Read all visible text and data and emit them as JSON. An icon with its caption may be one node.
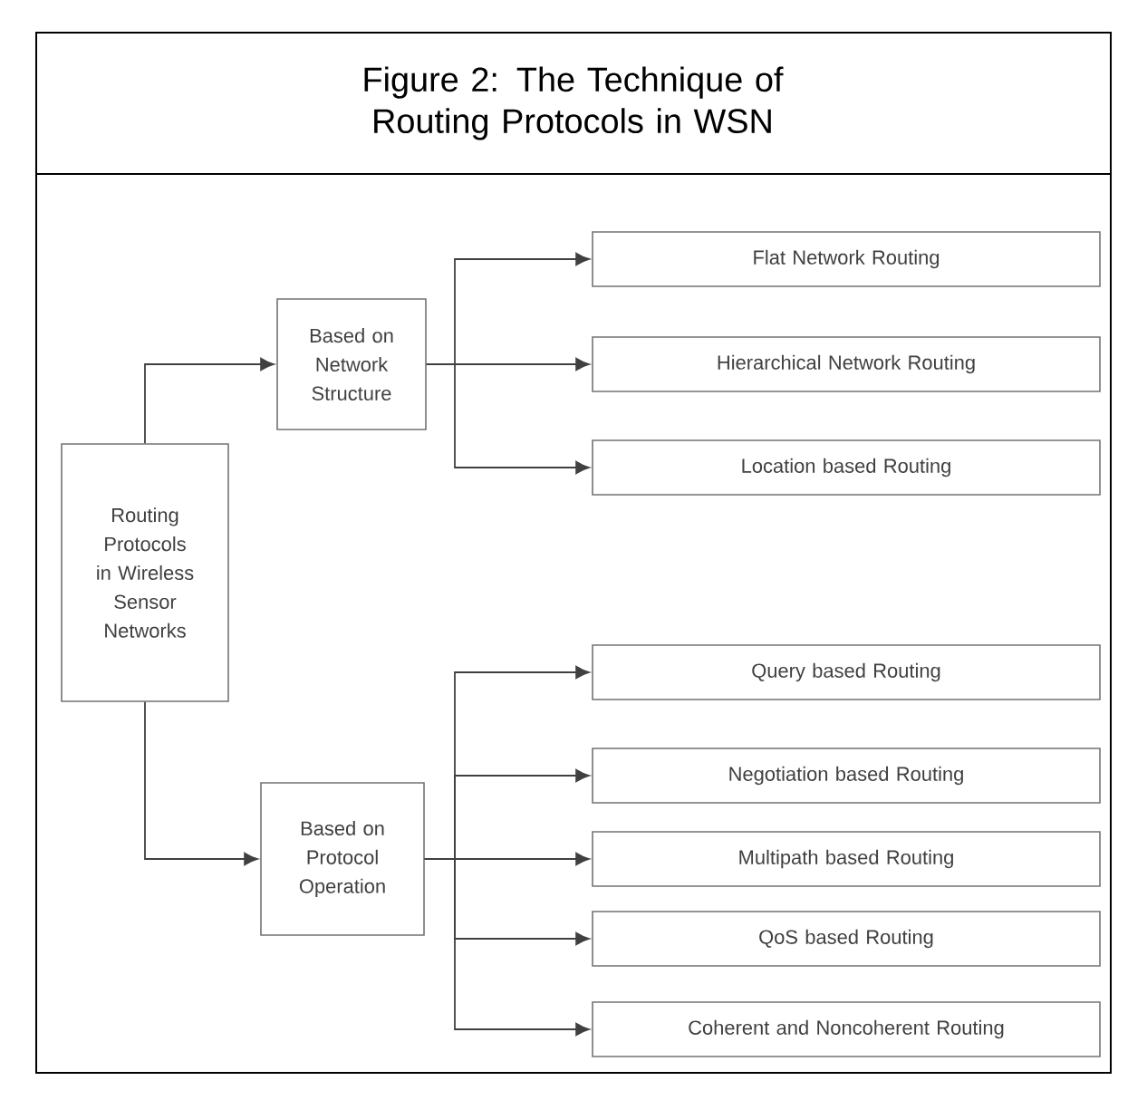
{
  "diagram": {
    "title": "Figure 2: The Technique of Routing Protocols in WSN",
    "nodes": [
      {
        "text": [
          "Routing Protocols in Wireless Sensor Networks"
        ]
      },
      {
        "text": [
          "Based on Network Structure"
        ]
      },
      {
        "text": [
          "Based on Protocol Operation"
        ]
      },
      {
        "text": [
          "Flat Network Routing"
        ]
      },
      {
        "text": [
          "Hierarchical Network Routing"
        ]
      },
      {
        "text": [
          "Location based Routing"
        ]
      },
      {
        "text": [
          "Query based Routing"
        ]
      },
      {
        "text": [
          "Negotiation based Routing"
        ]
      },
      {
        "text": [
          "Multipath based Routing"
        ]
      },
      {
        "text": [
          "QoS based Routing"
        ]
      },
      {
        "text": [
          "Coherent and Noncoherent Routing"
        ]
      }
    ],
    "edges": [
      {
        "from": 0,
        "to": 1,
        "arrow": "to"
      },
      {
        "from": 0,
        "to": 2,
        "arrow": "to"
      },
      {
        "from": 1,
        "to": 3,
        "arrow": "to"
      },
      {
        "from": 1,
        "to": 4,
        "arrow": "to"
      },
      {
        "from": 1,
        "to": 5,
        "arrow": "to"
      },
      {
        "from": 2,
        "to": 6,
        "arrow": "to"
      },
      {
        "from": 2,
        "to": 7,
        "arrow": "to"
      },
      {
        "from": 2,
        "to": 8,
        "arrow": "to"
      },
      {
        "from": 2,
        "to": 9,
        "arrow": "to"
      },
      {
        "from": 2,
        "to": 10,
        "arrow": "to"
      }
    ]
  }
}
